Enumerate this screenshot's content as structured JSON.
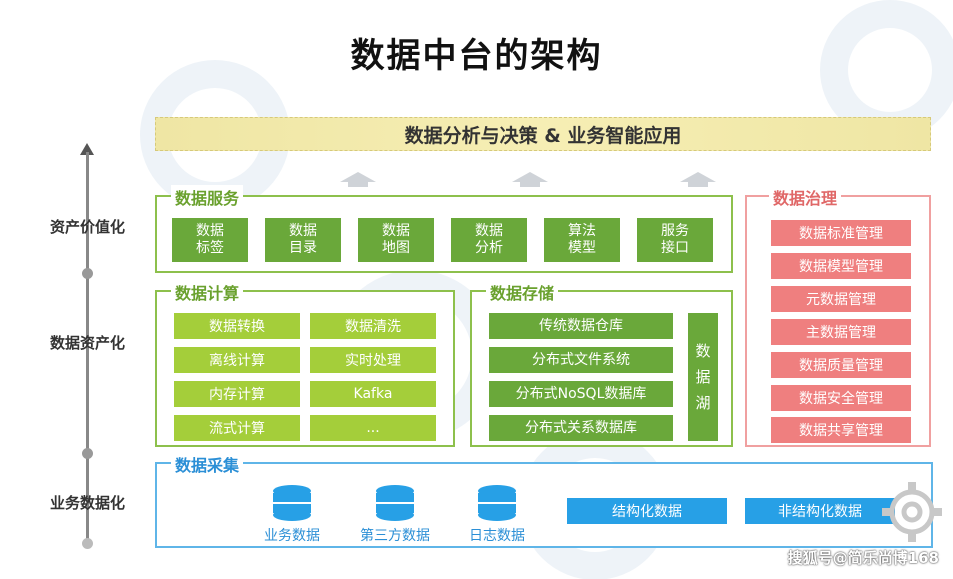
{
  "title": "数据中台的架构",
  "top_banner": "数据分析与决策 & 业务智能应用",
  "axis_labels": [
    "资产价值化",
    "数据资产化",
    "业务数据化"
  ],
  "data_service": {
    "title": "数据服务",
    "tiles": [
      {
        "line1": "数据",
        "line2": "标签"
      },
      {
        "line1": "数据",
        "line2": "目录"
      },
      {
        "line1": "数据",
        "line2": "地图"
      },
      {
        "line1": "数据",
        "line2": "分析"
      },
      {
        "line1": "算法",
        "line2": "模型"
      },
      {
        "line1": "服务",
        "line2": "接口"
      }
    ]
  },
  "data_compute": {
    "title": "数据计算",
    "items": [
      "数据转换",
      "数据清洗",
      "离线计算",
      "实时处理",
      "内存计算",
      "Kafka",
      "流式计算",
      "..."
    ]
  },
  "data_storage": {
    "title": "数据存储",
    "items": [
      "传统数据仓库",
      "分布式文件系统",
      "分布式NoSQL数据库",
      "分布式关系数据库"
    ],
    "lake": [
      "数",
      "据",
      "湖"
    ]
  },
  "governance": {
    "title": "数据治理",
    "items": [
      "数据标准管理",
      "数据模型管理",
      "元数据管理",
      "主数据管理",
      "数据质量管理",
      "数据安全管理",
      "数据共享管理"
    ]
  },
  "data_collect": {
    "title": "数据采集",
    "sources": [
      "业务数据",
      "第三方数据",
      "日志数据"
    ],
    "bars": [
      "结构化数据",
      "非结构化数据"
    ]
  },
  "footer_credit": "搜狐号@简乐尚博168",
  "colors": {
    "green": "#6aa83a",
    "lime": "#a4ce3a",
    "red": "#ef7f7f",
    "blue": "#27a0e6",
    "banner": "#f3eab0"
  }
}
